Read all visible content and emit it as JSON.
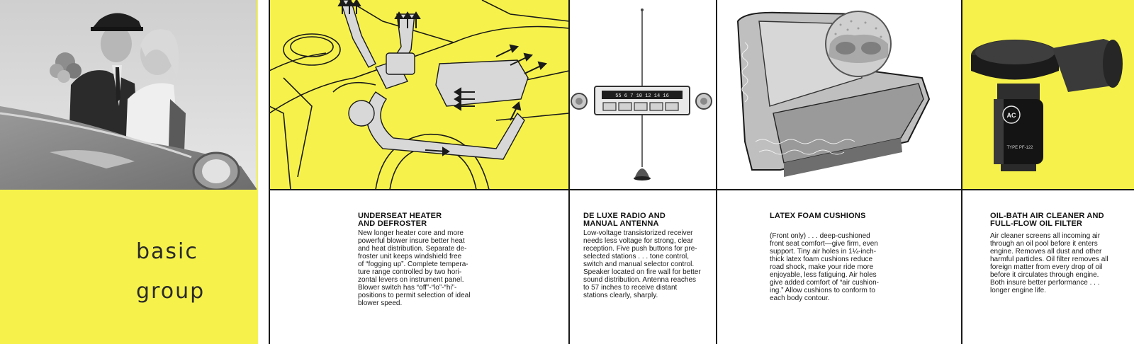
{
  "cover": {
    "title_line1": "basic",
    "title_line2": "group"
  },
  "sections": [
    {
      "heading": [
        "UNDERSEAT HEATER",
        "AND DEFROSTER"
      ],
      "body": [
        "New longer heater core and more",
        "powerful blower insure better heat",
        "and heat distribution. Separate de-",
        "froster unit keeps windshield free",
        "of “fogging up”. Complete tempera-",
        "ture range controlled by two hori-",
        "zontal levers on instrument panel.",
        "Blower switch has “off”-“lo”-“hi”-",
        "positions to permit selection of ideal",
        "blower speed."
      ]
    },
    {
      "heading": [
        "DE LUXE RADIO AND",
        "MANUAL ANTENNA"
      ],
      "body": [
        "Low-voltage transistorized receiver",
        "needs less voltage for strong, clear",
        "reception. Five push buttons for pre-",
        "selected stations . . . tone control,",
        "switch and manual selector control.",
        "Speaker located on fire wall for better",
        "sound distribution. Antenna reaches",
        "to 57 inches to receive distant",
        "stations clearly, sharply."
      ]
    },
    {
      "heading": [
        "LATEX FOAM CUSHIONS"
      ],
      "body": [
        "(Front only) . . . deep-cushioned",
        "front seat comfort—give firm, even",
        "support. Tiny air holes in 1¼-inch-",
        "thick latex foam cushions reduce",
        "road shock, make your ride more",
        "enjoyable, less fatiguing. Air holes",
        "give added comfort of “air cushion-",
        "ing.” Allow cushions to conform to",
        "each body contour."
      ]
    },
    {
      "heading": [
        "OIL-BATH AIR CLEANER AND",
        "FULL-FLOW OIL FILTER"
      ],
      "body": [
        "Air cleaner screens all incoming air",
        "through an oil pool before it enters",
        "engine. Removes all dust and other",
        "harmful particles. Oil filter removes all",
        "foreign matter from every drop of oil",
        "before it circulates through engine.",
        "Both insure better performance . . .",
        "longer engine life."
      ]
    }
  ],
  "radio_dial": "55 6 7 10 12 14 16",
  "filter_label": [
    "AC",
    "TYPE PF-122"
  ],
  "colors": {
    "yellow": "#f6f24b",
    "ink": "#1a1a1a"
  }
}
